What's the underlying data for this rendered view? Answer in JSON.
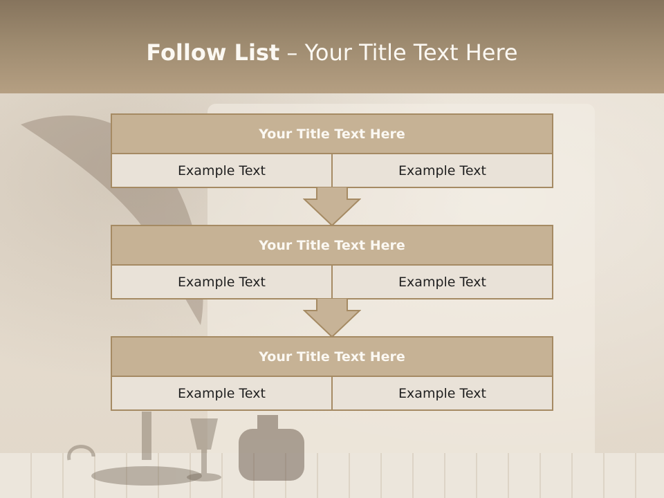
{
  "slide": {
    "title_bold": "Follow List",
    "title_rest": " – Your Title Text Here"
  },
  "blocks": [
    {
      "title": "Your Title Text Here",
      "left": "Example Text",
      "right": "Example Text"
    },
    {
      "title": "Your Title Text Here",
      "left": "Example Text",
      "right": "Example Text"
    },
    {
      "title": "Your Title Text Here",
      "left": "Example Text",
      "right": "Example Text"
    }
  ],
  "colors": {
    "header": "#9d8a6f",
    "block_head": "#c6b295",
    "block_border": "#a58a63",
    "cell_bg": "#e9e2d8",
    "arrow": "#c7b397"
  }
}
